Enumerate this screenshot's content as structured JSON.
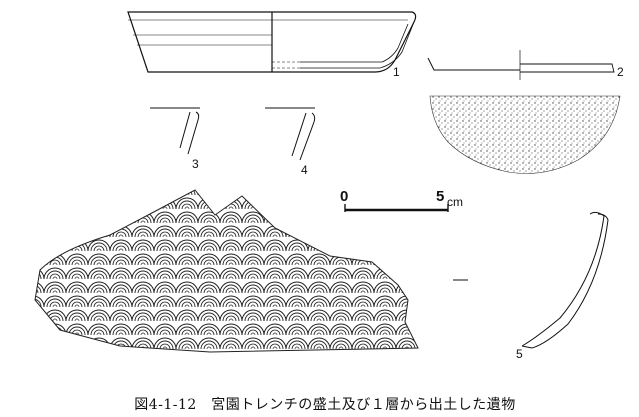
{
  "caption": "図4-1-12　宮園トレンチの盛土及び１層から出土した遺物",
  "scale_bar": {
    "start_label": "0",
    "end_label": "5",
    "unit": "cm"
  },
  "artifacts": [
    {
      "number": "1"
    },
    {
      "number": "2"
    },
    {
      "number": "3"
    },
    {
      "number": "4"
    },
    {
      "number": "5"
    }
  ]
}
